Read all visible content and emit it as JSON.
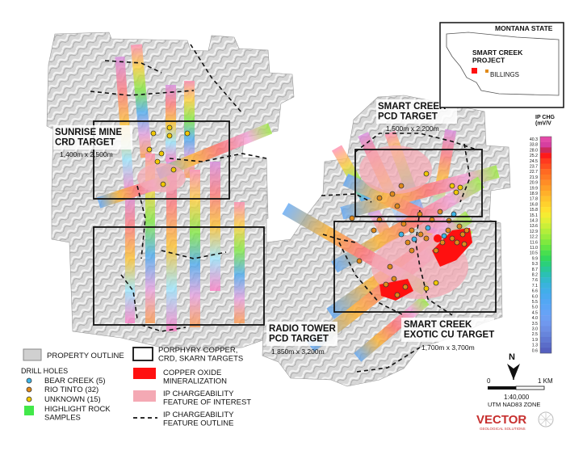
{
  "inset": {
    "state_label": "MONTANA STATE",
    "project_label": "SMART CREEK\nPROJECT",
    "city_label": "BILLINGS"
  },
  "targets": [
    {
      "name": "SUNRISE MINE\nCRD TARGET",
      "size": "1,400m x 2,500m"
    },
    {
      "name": "SMART CREEK\nPCD TARGET",
      "size": "1,500m x 2,200m"
    },
    {
      "name": "RADIO TOWER\nPCD TARGET",
      "size": "1,850m x 3,200m"
    },
    {
      "name": "SMART CREEK\nEXOTIC CU TARGET",
      "size": "1,700m x 3,700m"
    }
  ],
  "colorbar": {
    "title": "IP CHG\n(mV/V",
    "ticks": [
      "40.3",
      "33.8",
      "28.0",
      "25.2",
      "24.5",
      "23.7",
      "22.7",
      "21.9",
      "20.9",
      "19.9",
      "18.9",
      "17.8",
      "16.8",
      "15.8",
      "15.1",
      "14.3",
      "13.6",
      "12.9",
      "12.2",
      "11.6",
      "11.0",
      "10.5",
      "9.9",
      "9.3",
      "8.7",
      "8.2",
      "7.6",
      "7.1",
      "6.6",
      "6.0",
      "5.5",
      "5.0",
      "4.5",
      "4.0",
      "3.5",
      "3.0",
      "2.5",
      "1.9",
      "1.3",
      "0.6"
    ],
    "colors": [
      "#e34aa8",
      "#d63fa0",
      "#cc2a5d",
      "#ff1a1a",
      "#ff3a1f",
      "#ff5020",
      "#ff6a22",
      "#ff7a24",
      "#ff8d26",
      "#ff9f28",
      "#ffb02a",
      "#ffc22c",
      "#ffd12d",
      "#ffe02f",
      "#f5ec32",
      "#e2ef35",
      "#cbef38",
      "#b3ee3a",
      "#9aec3c",
      "#7fe93f",
      "#62e544",
      "#48df4f",
      "#33d85d",
      "#2bd07a",
      "#29c898",
      "#2bc0b4",
      "#32b9cc",
      "#3ab3dd",
      "#41aee9",
      "#4aaaf0",
      "#53a7f4",
      "#5ca5f6",
      "#66a3f6",
      "#6d9ff3",
      "#7098ee",
      "#6d8fe5",
      "#6785dc",
      "#6179d3",
      "#5b6dc9",
      "#5560bf"
    ]
  },
  "legend": {
    "property_outline": "PROPERTY OUTLINE",
    "porphyry_targets": "PORPHYRY COPPER,\nCRD, SKARN TARGETS",
    "drill_holes_title": "DRILL HOLES",
    "bear_creek": "BEAR CREEK (5)",
    "rio_tinto": "RIO TINTO (32)",
    "unknown": "UNKNOWN (15)",
    "highlight_rock": "HIGHLIGHT ROCK\nSAMPLES",
    "copper_oxide": "COPPER OXIDE\nMINERALIZATION",
    "ip_feature": "IP CHARGEABILITY\nFEATURE OF INTEREST",
    "ip_outline": "IP CHARGEABILITY\nFEATURE OUTLINE"
  },
  "north_label": "N",
  "scalebar": {
    "left": "0",
    "right": "1 KM",
    "ratio": "1:40,000",
    "zone": "UTM NAD83 ZONE"
  },
  "logo": {
    "name": "VECTOR",
    "tagline": "GEOLOGICAL SOLUTIONS"
  },
  "colors": {
    "copper_oxide": "#ff1010",
    "feature_of_interest": "#f4a9b4",
    "highlight_rock": "#42e84a",
    "bear_creek": "#3fb5e6",
    "rio_tinto": "#e08a1a",
    "unknown": "#f0c800"
  }
}
